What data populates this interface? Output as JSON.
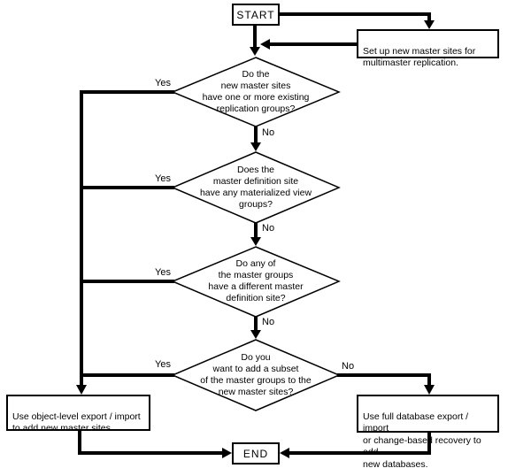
{
  "flow": {
    "start": {
      "label": "START"
    },
    "end": {
      "label": "END"
    },
    "setup_note": {
      "text": "Set up new master sites for\nmultimaster replication."
    },
    "decisions": [
      {
        "text": "Do the\nnew master sites\nhave one or more existing\nreplication groups?",
        "yes": "Yes",
        "no": "No"
      },
      {
        "text": "Does the\nmaster definition site\nhave any materialized view\ngroups?",
        "yes": "Yes",
        "no": "No"
      },
      {
        "text": "Do any of\nthe master groups\nhave a different master\ndefinition site?",
        "yes": "Yes",
        "no": "No"
      },
      {
        "text": "Do you\nwant to add a subset\nof the master groups to the\nnew master sites?",
        "yes": "Yes",
        "no": "No"
      }
    ],
    "actions": {
      "left": {
        "text": "Use object-level export / import\nto add new master sites."
      },
      "right": {
        "text": "Use full database export / import\nor change-based recovery to add\nnew databases."
      }
    },
    "colors": {
      "line": "#000000",
      "background": "#ffffff",
      "text": "#000000"
    }
  }
}
